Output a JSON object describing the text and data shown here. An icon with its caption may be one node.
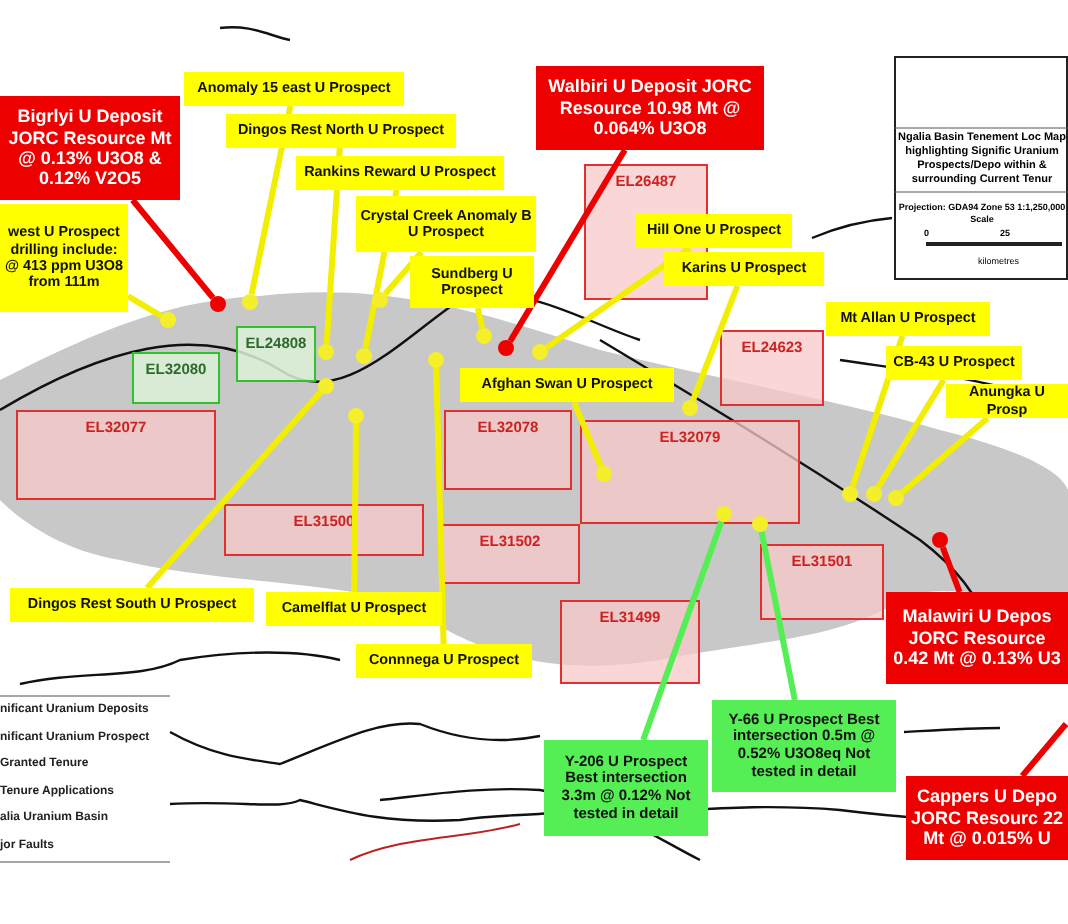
{
  "diagram": {
    "nodes": [
      {
        "text": [
          "Bigrlyi U Deposit JORC Resource Mt @ 0.13% U3O8 & 0.12% V2O5"
        ]
      },
      {
        "text": [
          "west U Prospect drilling include: @ 413 ppm U3O8 from 111m"
        ]
      },
      {
        "text": [
          "Anomaly 15 east U Prospect"
        ]
      },
      {
        "text": [
          "Dingos Rest North U Prospect"
        ]
      },
      {
        "text": [
          "Rankins Reward U Prospect"
        ]
      },
      {
        "text": [
          "Crystal Creek Anomaly B U Prospect"
        ]
      },
      {
        "text": [
          "Sundberg U Prospect"
        ]
      },
      {
        "text": [
          "Walbiri U Deposit JORC Resource 10.98 Mt @ 0.064% U3O8"
        ]
      },
      {
        "text": [
          "Hill One U Prospect"
        ]
      },
      {
        "text": [
          "Karins U Prospect"
        ]
      },
      {
        "text": [
          "Afghan Swan U Prospect"
        ]
      },
      {
        "text": [
          "Mt Allan U Prospect"
        ]
      },
      {
        "text": [
          "CB-43 U Prospect"
        ]
      },
      {
        "text": [
          "Anungka U Prosp"
        ]
      },
      {
        "text": [
          "Dingos Rest South U Prospect"
        ]
      },
      {
        "text": [
          "Camelflat U Prospect"
        ]
      },
      {
        "text": [
          "Connnega U Prospect"
        ]
      },
      {
        "text": [
          "Malawiri U Depos JORC Resource 0.42 Mt @ 0.13% U3"
        ]
      },
      {
        "text": [
          "Y-206 U Prospect Best intersection 3.3m @ 0.12% Not tested in detail"
        ]
      },
      {
        "text": [
          "Y-66 U Prospect Best intersection 0.5m @ 0.52% U3O8eq Not tested in detail"
        ]
      },
      {
        "text": [
          "Cappers U Depo JORC Resourc 22 Mt @ 0.015% U"
        ]
      },
      {
        "text": [
          "EL26487"
        ]
      },
      {
        "text": [
          "EL24808"
        ]
      },
      {
        "text": [
          "EL32080"
        ]
      },
      {
        "text": [
          "EL32077"
        ]
      },
      {
        "text": [
          "EL32078"
        ]
      },
      {
        "text": [
          "EL31500"
        ]
      },
      {
        "text": [
          "EL32079"
        ]
      },
      {
        "text": [
          "EL31502"
        ]
      },
      {
        "text": [
          "EL24623"
        ]
      },
      {
        "text": [
          "EL31501"
        ]
      },
      {
        "text": [
          "EL31499"
        ]
      },
      {
        "text": [],
        "shape": "circle"
      },
      {
        "text": [],
        "shape": "circle"
      },
      {
        "text": [],
        "shape": "circle"
      },
      {
        "text": [],
        "shape": "circle"
      },
      {
        "text": [],
        "shape": "circle"
      },
      {
        "text": [],
        "shape": "circle"
      },
      {
        "text": [],
        "shape": "circle"
      },
      {
        "text": [],
        "shape": "circle"
      },
      {
        "text": [],
        "shape": "circle"
      },
      {
        "text": [],
        "shape": "circle"
      },
      {
        "text": [],
        "shape": "circle",
        "in": 27
      },
      {
        "text": [],
        "shape": "circle"
      },
      {
        "text": [],
        "shape": "circle"
      },
      {
        "text": [],
        "shape": "circle"
      },
      {
        "text": [],
        "shape": "circle"
      },
      {
        "text": [],
        "shape": "circle"
      },
      {
        "text": [],
        "shape": "circle"
      },
      {
        "text": [],
        "shape": "circle"
      },
      {
        "text": [],
        "shape": "circle",
        "in": 27
      },
      {
        "text": [],
        "shape": "circle"
      }
    ],
    "edges": [
      {
        "from": 0,
        "to": 32,
        "arrow": "none",
        "color": "#ee0000"
      },
      {
        "from": 1,
        "to": 33,
        "arrow": "none"
      },
      {
        "from": 2,
        "to": 34,
        "arrow": "none"
      },
      {
        "from": 3,
        "to": 35,
        "arrow": "none"
      },
      {
        "from": 4,
        "to": 36,
        "arrow": "none"
      },
      {
        "from": 5,
        "to": 37,
        "arrow": "none"
      },
      {
        "from": 6,
        "to": 38,
        "arrow": "none"
      },
      {
        "from": 7,
        "to": 39,
        "arrow": "none",
        "color": "#ee0000"
      },
      {
        "from": 8,
        "to": 40,
        "arrow": "none"
      },
      {
        "from": 9,
        "to": 41,
        "arrow": "none"
      },
      {
        "from": 10,
        "to": 42,
        "arrow": "none"
      },
      {
        "from": 11,
        "to": 43,
        "arrow": "none"
      },
      {
        "from": 12,
        "to": 44,
        "arrow": "none"
      },
      {
        "from": 13,
        "to": 45,
        "arrow": "none"
      },
      {
        "from": 14,
        "to": 46,
        "arrow": "none"
      },
      {
        "from": 15,
        "to": 47,
        "arrow": "none"
      },
      {
        "from": 16,
        "to": 48,
        "arrow": "none"
      },
      {
        "from": 17,
        "to": 49,
        "arrow": "none",
        "color": "#ee0000"
      },
      {
        "from": 18,
        "to": 50,
        "arrow": "none",
        "color": "#55ee55"
      },
      {
        "from": 19,
        "to": 51,
        "arrow": "none",
        "color": "#55ee55"
      },
      {
        "from": 20,
        "to": null,
        "arrow": "none",
        "color": "#ee0000"
      }
    ],
    "labels": [
      "Ngalia Basin Tenement Loc Map highlighting Signific Uranium Prospects/Depo within & surrounding Current Tenur",
      "Projection: GDA94 Zone 53 1:1,250,000 Scale",
      "0",
      "25",
      "kilometres"
    ],
    "legend": [
      {
        "text": "nificant Uranium Deposits"
      },
      {
        "text": "nificant Uranium Prospect"
      },
      {
        "text": "Granted Tenure"
      },
      {
        "text": "Tenure Applications"
      },
      {
        "text": "alia Uranium Basin"
      },
      {
        "text": "jor Faults"
      }
    ]
  }
}
